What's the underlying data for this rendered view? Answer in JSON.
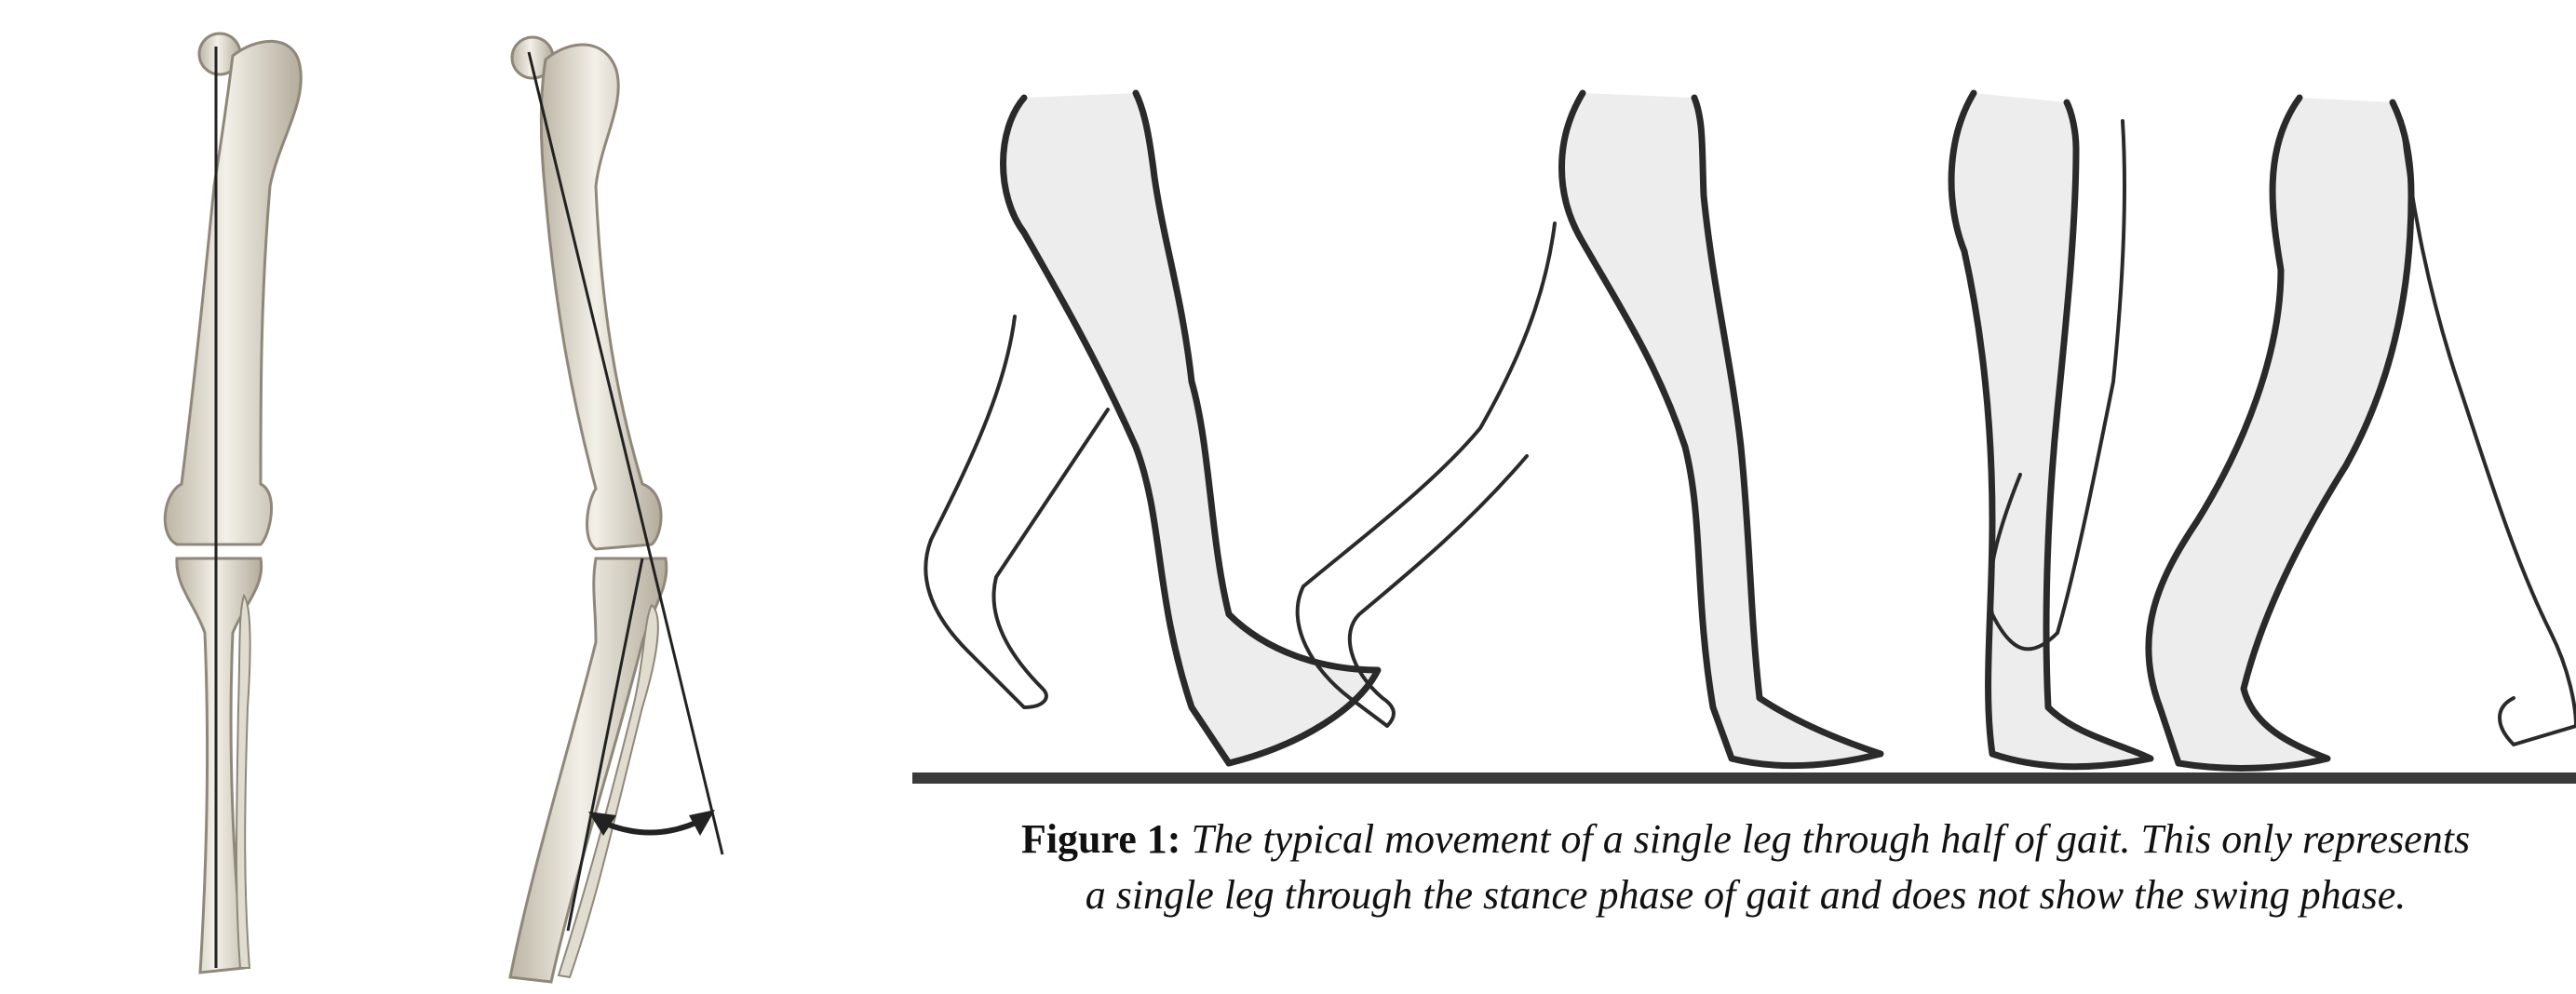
{
  "caption": {
    "label": "Figure 1:",
    "text_line1": "The typical movement  of  a single leg through half of gait. This only represents",
    "text_line2": "a single leg through the stance phase of gait and does not show the swing phase."
  },
  "colors": {
    "bone_fill": "#e8e4d9",
    "bone_stroke": "#8f887a",
    "leg_fill": "#ececec",
    "leg_stroke": "#2a2a2a",
    "ground": "#3a3a3a"
  },
  "illustrations": {
    "left_panel": "leg-bones-alignment",
    "right_panel": "gait-stance-phase-sequence"
  }
}
